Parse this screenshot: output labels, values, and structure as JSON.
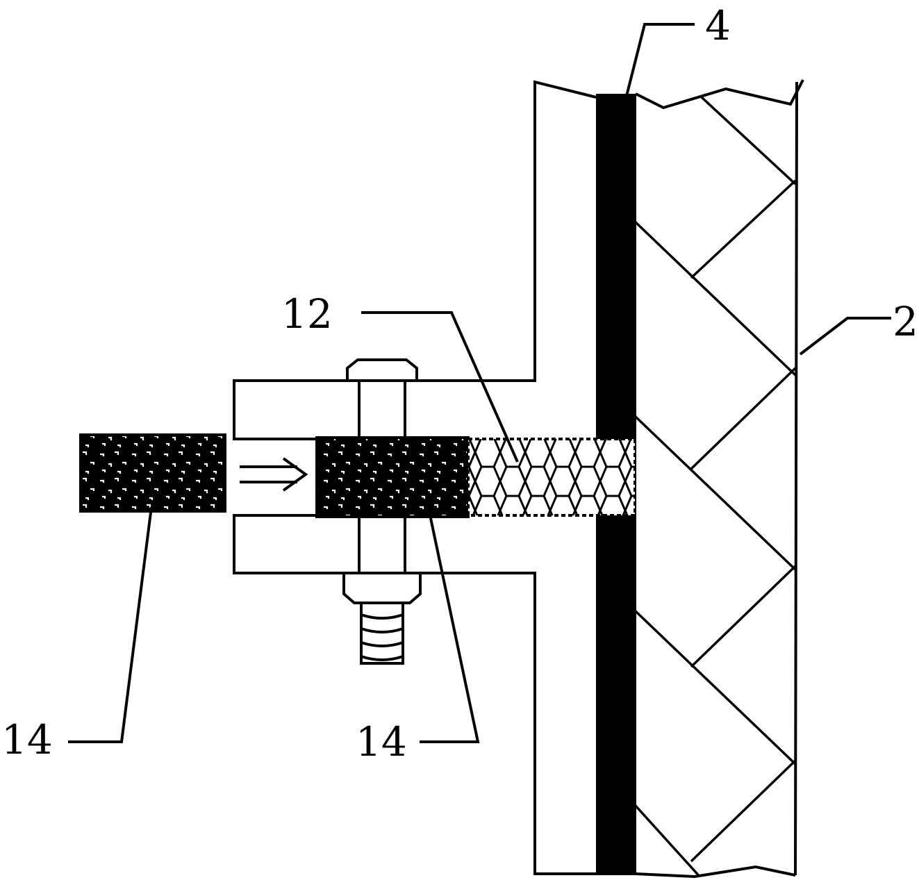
{
  "labels": {
    "label_4": "4",
    "label_2": "2",
    "label_12": "12",
    "label_14_left": "14",
    "label_14_bottom": "14"
  },
  "colors": {
    "line": "#000000",
    "background": "#ffffff",
    "fill_dark": "#000000"
  },
  "icons": {
    "insertion_arrow": "double-arrow-right-icon"
  }
}
